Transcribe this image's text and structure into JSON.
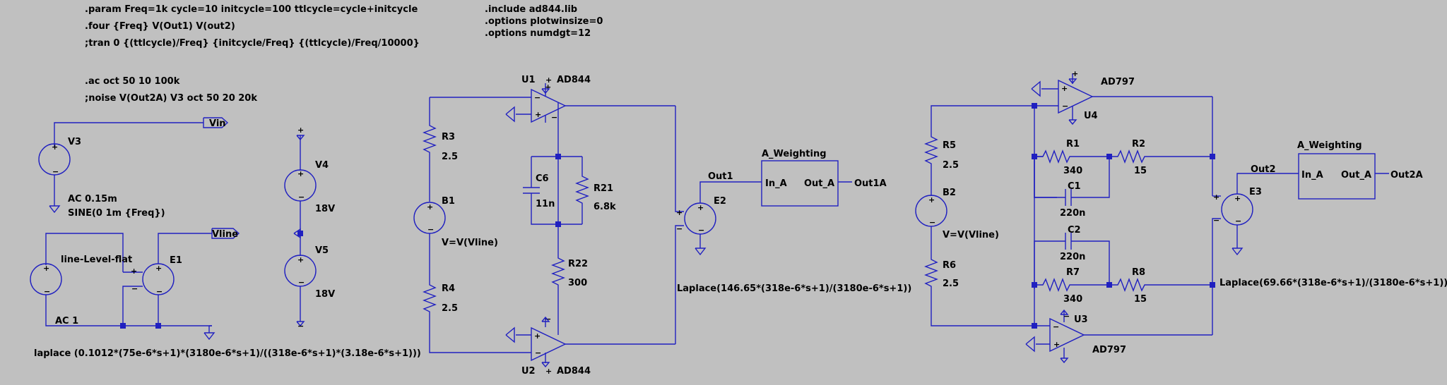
{
  "directives": {
    "param": ".param Freq=1k cycle=10 initcycle=100 ttlcycle=cycle+initcycle",
    "four": ".four {Freq} V(Out1) V(out2)",
    "tran": ";tran 0 {(ttlcycle)/Freq} {initcycle/Freq} {(ttlcycle)/Freq/10000}",
    "ac": ".ac oct 50 10 100k",
    "noise": ";noise V(Out2A) V3 oct 50 20 20k",
    "include": ".include ad844.lib",
    "plotwinsize": ".options plotwinsize=0",
    "numdgt": ".options numdgt=12"
  },
  "components": {
    "V3": {
      "name": "V3",
      "ac": "AC 0.15m",
      "sine": "SINE(0 1m {Freq})"
    },
    "V4": {
      "name": "V4",
      "value": "18V"
    },
    "V5": {
      "name": "V5",
      "value": "18V"
    },
    "E1": {
      "name": "E1",
      "source": "line-Level-flat",
      "ac": "AC 1",
      "laplace": "laplace (0.1012*(75e-6*s+1)*(3180e-6*s+1)/((318e-6*s+1)*(3.18e-6*s+1)))"
    },
    "R3": {
      "name": "R3",
      "value": "2.5"
    },
    "R4": {
      "name": "R4",
      "value": "2.5"
    },
    "B1": {
      "name": "B1",
      "value": "V=V(Vline)"
    },
    "U1": {
      "name": "U1",
      "model": "AD844"
    },
    "U2": {
      "name": "U2",
      "model": "AD844"
    },
    "C6": {
      "name": "C6",
      "value": "11n"
    },
    "R21": {
      "name": "R21",
      "value": "6.8k"
    },
    "R22": {
      "name": "R22",
      "value": "300"
    },
    "E2": {
      "name": "E2",
      "laplace": "Laplace(146.65*(318e-6*s+1)/(3180e-6*s+1))"
    },
    "AW1": {
      "title": "A_Weighting",
      "in": "In_A",
      "out": "Out_A"
    },
    "R5": {
      "name": "R5",
      "value": "2.5"
    },
    "R6": {
      "name": "R6",
      "value": "2.5"
    },
    "B2": {
      "name": "B2",
      "value": "V=V(Vline)"
    },
    "U4": {
      "name": "U4",
      "model": "AD797"
    },
    "U3": {
      "name": "U3",
      "model": "AD797"
    },
    "R1": {
      "name": "R1",
      "value": "340"
    },
    "R2": {
      "name": "R2",
      "value": "15"
    },
    "C1": {
      "name": "C1",
      "value": "220n"
    },
    "C2": {
      "name": "C2",
      "value": "220n"
    },
    "R7": {
      "name": "R7",
      "value": "340"
    },
    "R8": {
      "name": "R8",
      "value": "15"
    },
    "E3": {
      "name": "E3",
      "laplace": "Laplace(69.66*(318e-6*s+1)/(3180e-6*s+1))"
    },
    "AW2": {
      "title": "A_Weighting",
      "in": "In_A",
      "out": "Out_A"
    }
  },
  "nets": {
    "vin": "Vin",
    "vline": "Vline",
    "out1": "Out1",
    "out1a": "Out1A",
    "out2": "Out2",
    "out2a": "Out2A"
  },
  "pins": {
    "plus": "+",
    "minus": "-"
  },
  "colors": {
    "background": "#c0c0c0",
    "wire": "#2020c0",
    "text": "#000000"
  }
}
